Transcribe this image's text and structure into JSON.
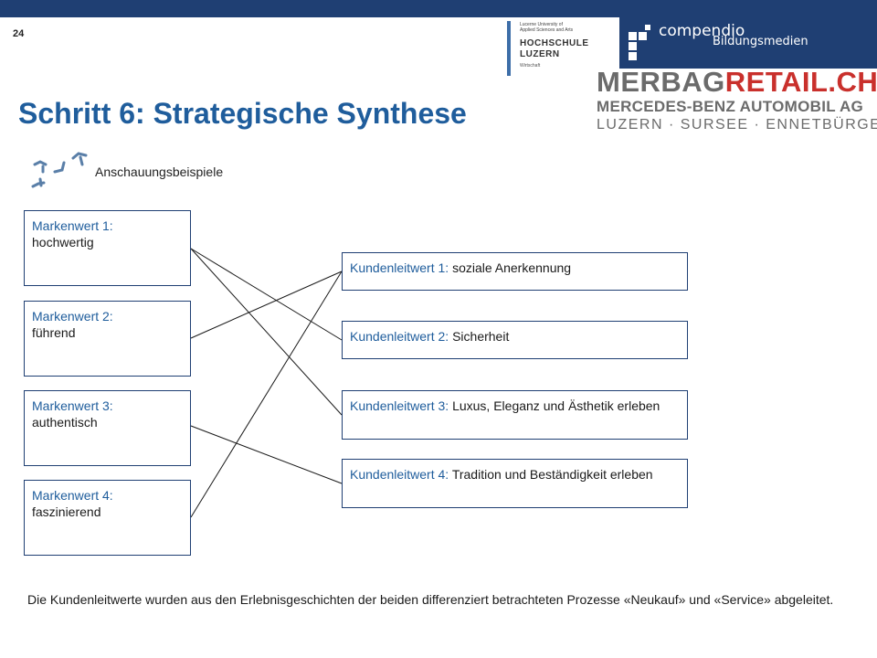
{
  "slide": {
    "page_number": "24",
    "title": "Schritt 6: Strategische Synthese",
    "subheading": "Anschauungsbeispiele",
    "footnote": "Die Kundenleitwerte wurden aus den Erlebnisgeschichten der beiden differenziert betrachteten Prozesse «Neukauf» und «Service» abgeleitet."
  },
  "logos": {
    "hslu": {
      "small_line1": "Lucerne University of",
      "small_line2": "Applied Sciences and Arts",
      "name_line1": "HOCHSCHULE",
      "name_line2": "LUZERN",
      "sub": "Wirtschaft"
    },
    "compendio": {
      "name": "compendio",
      "sub": "Bildungsmedien"
    },
    "merbag": {
      "part1": "MERBAG",
      "part2": "RETAIL.CH",
      "line2": "MERCEDES-BENZ AUTOMOBIL AG",
      "line3": "LUZERN · SURSEE · ENNETBÜRGEN"
    }
  },
  "markenwerte": [
    {
      "label": "Markenwert 1:",
      "value": "hochwertig"
    },
    {
      "label": "Markenwert 2:",
      "value": "führend"
    },
    {
      "label": "Markenwert 3:",
      "value": "authentisch"
    },
    {
      "label": "Markenwert 4:",
      "value": "faszinierend"
    }
  ],
  "kundenleitwerte": [
    {
      "label": "Kundenleitwert 1:",
      "value": " soziale Anerkennung"
    },
    {
      "label": "Kundenleitwert 2:",
      "value": " Sicherheit"
    },
    {
      "label": "Kundenleitwert 3:",
      "value": "Luxus, Eleganz und Ästhetik erleben"
    },
    {
      "label": "Kundenleitwert 4:",
      "value": "Tradition und Beständigkeit erleben"
    }
  ],
  "connections": [
    {
      "from": 1,
      "to": 2
    },
    {
      "from": 1,
      "to": 3
    },
    {
      "from": 2,
      "to": 1
    },
    {
      "from": 3,
      "to": 4
    },
    {
      "from": 4,
      "to": 1
    }
  ],
  "colors": {
    "brand_blue": "#1f3f73",
    "title_blue": "#1f5d9c",
    "merbag_red": "#c9302c",
    "merbag_grey": "#6b6b6b"
  }
}
